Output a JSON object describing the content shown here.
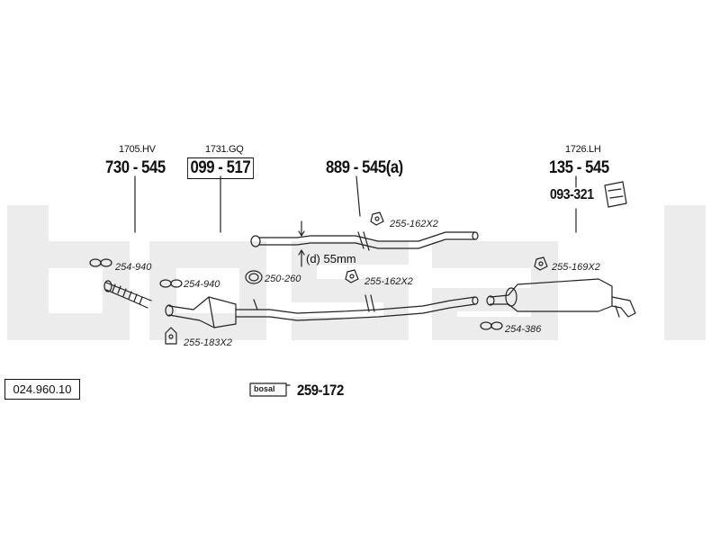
{
  "diagram": {
    "reference_number": "024.960.10",
    "watermark_text": "bosal",
    "part_groups": [
      {
        "small": "1705.HV",
        "big": "730 - 545",
        "boxed": false
      },
      {
        "small": "1731.GQ",
        "big": "099 - 517",
        "boxed": true
      },
      {
        "small": "",
        "big": "889 - 545(a)",
        "boxed": false
      },
      {
        "small": "1726.LH",
        "big": "135 - 545",
        "boxed": false
      }
    ],
    "bracket_part": "093-321",
    "dimension_label": "(d) 55mm",
    "fittings": [
      {
        "label": "254-940",
        "near": "front-pipe-top"
      },
      {
        "label": "254-940",
        "near": "front-pipe-bottom"
      },
      {
        "label": "250-260",
        "near": "catalyst-clamp"
      },
      {
        "label": "255-183X2",
        "near": "catalyst-mount"
      },
      {
        "label": "255-162X2",
        "near": "intermediate-pipe-upper"
      },
      {
        "label": "255-162X2",
        "near": "intermediate-pipe-lower"
      },
      {
        "label": "255-169X2",
        "near": "rear-muffler-top"
      },
      {
        "label": "254-386",
        "near": "rear-muffler-bottom"
      }
    ],
    "kit_label": "259-172",
    "kit_icon_text": "bosal"
  }
}
